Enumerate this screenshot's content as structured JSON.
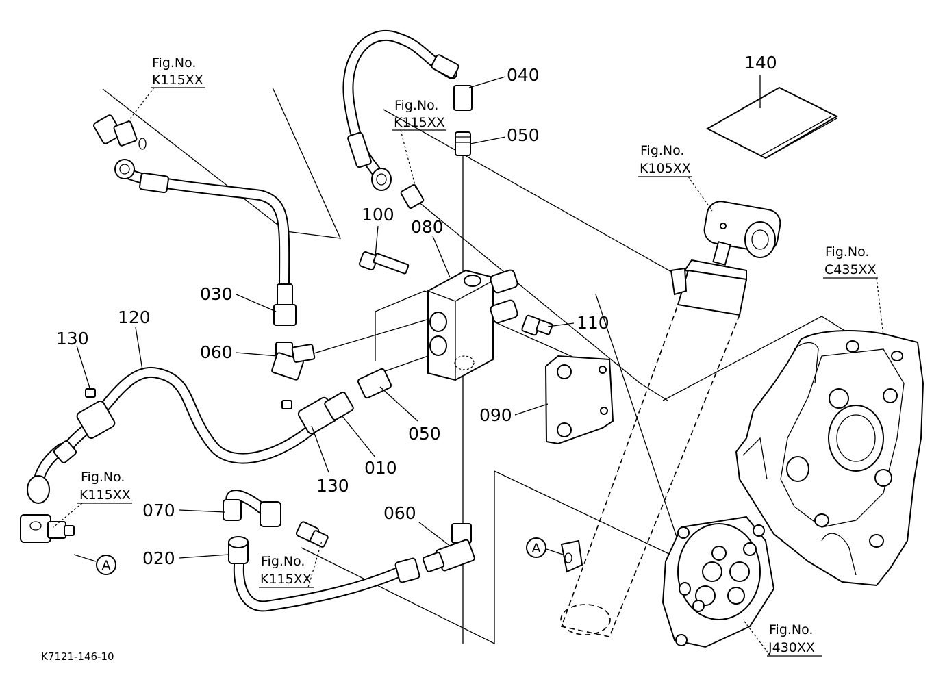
{
  "diagram_code": "K7121-146-10",
  "part_labels": {
    "p040": "040",
    "p050_top": "050",
    "p140": "140",
    "p100": "100",
    "p080": "080",
    "p030": "030",
    "p120": "120",
    "p130_left": "130",
    "p060_left": "060",
    "p110": "110",
    "p090": "090",
    "p050_mid": "050",
    "p010": "010",
    "p130_mid": "130",
    "p070": "070",
    "p060_bottom": "060",
    "p020": "020"
  },
  "fig_refs": {
    "k115_topleft": {
      "prefix": "Fig.No.",
      "code": "K115XX"
    },
    "k115_top": {
      "prefix": "Fig.No.",
      "code": "K115XX"
    },
    "k105": {
      "prefix": "Fig.No.",
      "code": "K105XX"
    },
    "c435": {
      "prefix": "Fig.No.",
      "code": "C435XX"
    },
    "k115_left": {
      "prefix": "Fig.No.",
      "code": "K115XX"
    },
    "k115_bottom": {
      "prefix": "Fig.No.",
      "code": "K115XX"
    },
    "j430": {
      "prefix": "Fig.No.",
      "code": "J430XX"
    }
  },
  "connection_markers": {
    "left": "A",
    "right": "A"
  }
}
